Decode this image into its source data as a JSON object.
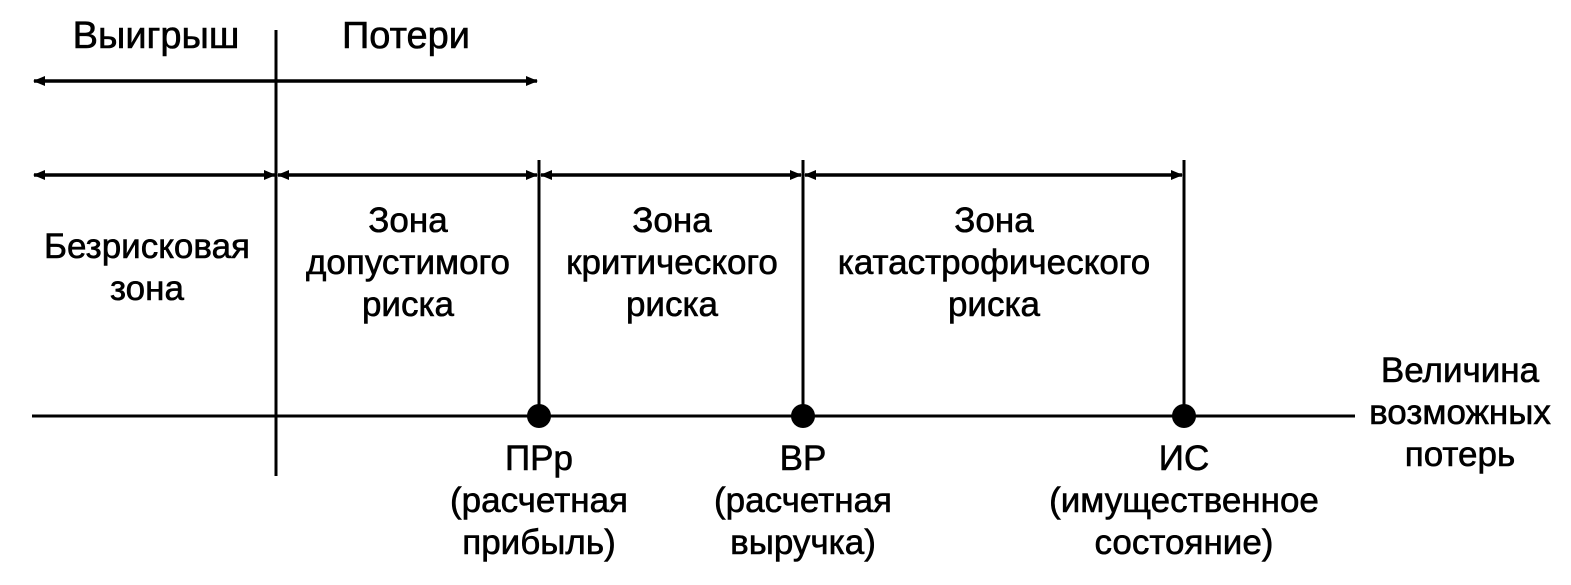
{
  "top": {
    "gain": "Выигрыш",
    "losses": "Потери"
  },
  "zones": {
    "riskless": "Безрисковая\nзона",
    "acceptable": "Зона\nдопустимого\nриска",
    "critical": "Зона\nкритического\nриска",
    "catastrophic": "Зона\nкатастрофического\nриска"
  },
  "axis": {
    "label": "Величина\nвозможных\nпотерь"
  },
  "points": {
    "pr_code": "ПРр",
    "pr_desc": "(расчетная\nприбыль)",
    "vr_code": "ВР",
    "vr_desc": "(расчетная\nвыручка)",
    "is_code": "ИС",
    "is_desc": "(имущественное\nсостояние)"
  },
  "colors": {
    "ink": "#000000",
    "background": "#ffffff"
  }
}
